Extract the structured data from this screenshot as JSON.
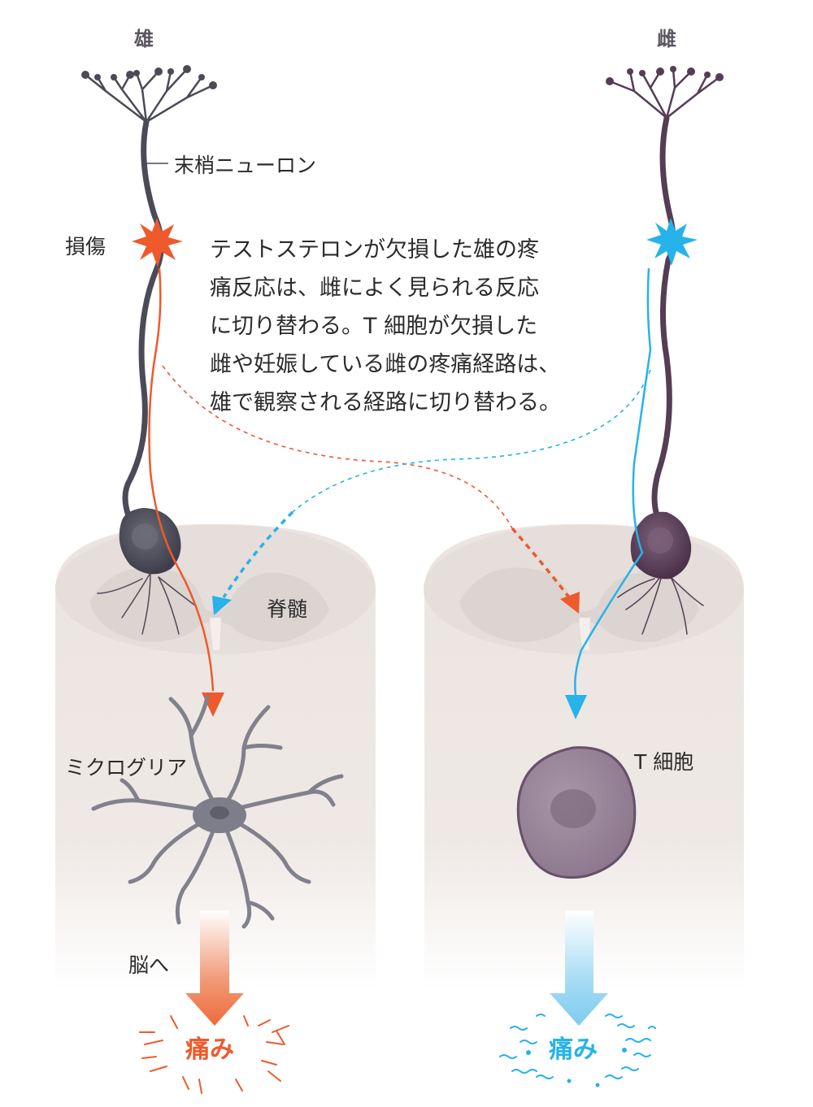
{
  "titles": {
    "male": "雄",
    "female": "雌"
  },
  "labels": {
    "peripheral_neuron": "末梢ニューロン",
    "injury": "損傷",
    "spinal_cord": "脊髄",
    "microglia": "ミクログリア",
    "t_cell": "T 細胞",
    "to_brain": "脳へ",
    "pain_male": "痛み",
    "pain_female": "痛み"
  },
  "caption_lines": [
    "テストステロンが欠損した雄の疼",
    "痛反応は、雌によく見られる反応",
    "に切り替わる。T  細胞が欠損した",
    "雌や妊娠している雌の疼痛経路は、",
    "雄で観察される経路に切り替わる。"
  ],
  "colors": {
    "male_accent": "#ee5a2c",
    "female_accent": "#27b2ea",
    "male_neuron": "#4a4b57",
    "female_neuron": "#553d55",
    "microglia": "#7a7b86",
    "t_cell": "#927d92",
    "spinal_cord": "#ece6e3"
  }
}
